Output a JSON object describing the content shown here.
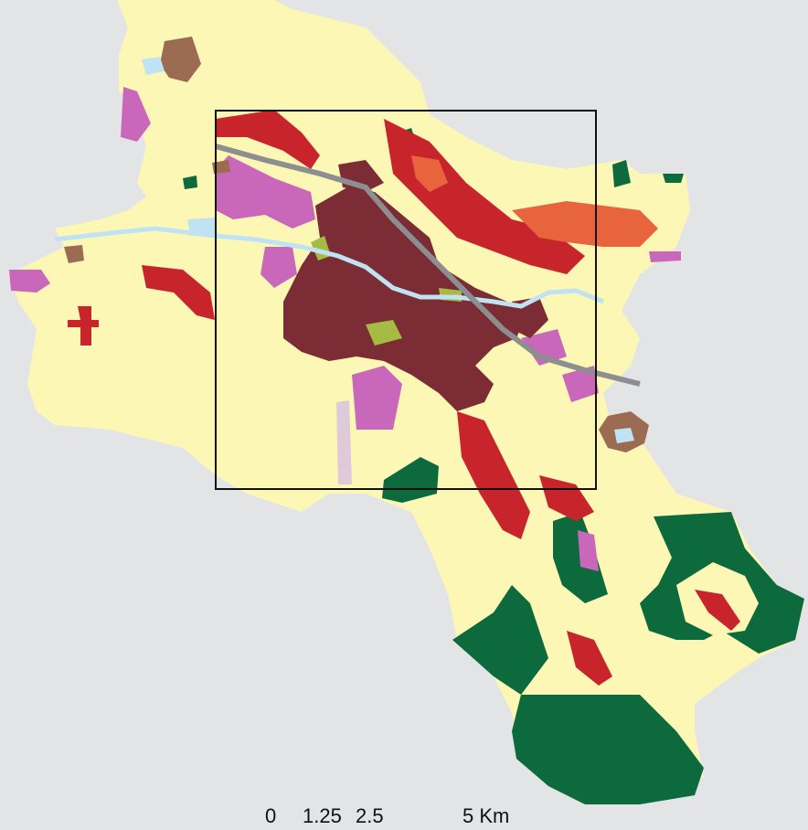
{
  "colors": {
    "background": "#e3e4e6",
    "agricultural": "#fdf7b6",
    "dense_urban": "#7b2c35",
    "urban": "#c8242c",
    "sparse_urban": "#e8643c",
    "industrial": "#c968ba",
    "forest": "#0c6a3d",
    "green_urban": "#a5bb43",
    "extraction": "#9b6b52",
    "water": "#bfe3f3",
    "transport": "#8d8e90",
    "construction": "#decad8",
    "frame": "#111111"
  },
  "scale_bar": {
    "labels": [
      "0",
      "1.25",
      "2.5",
      "5 Km"
    ]
  }
}
